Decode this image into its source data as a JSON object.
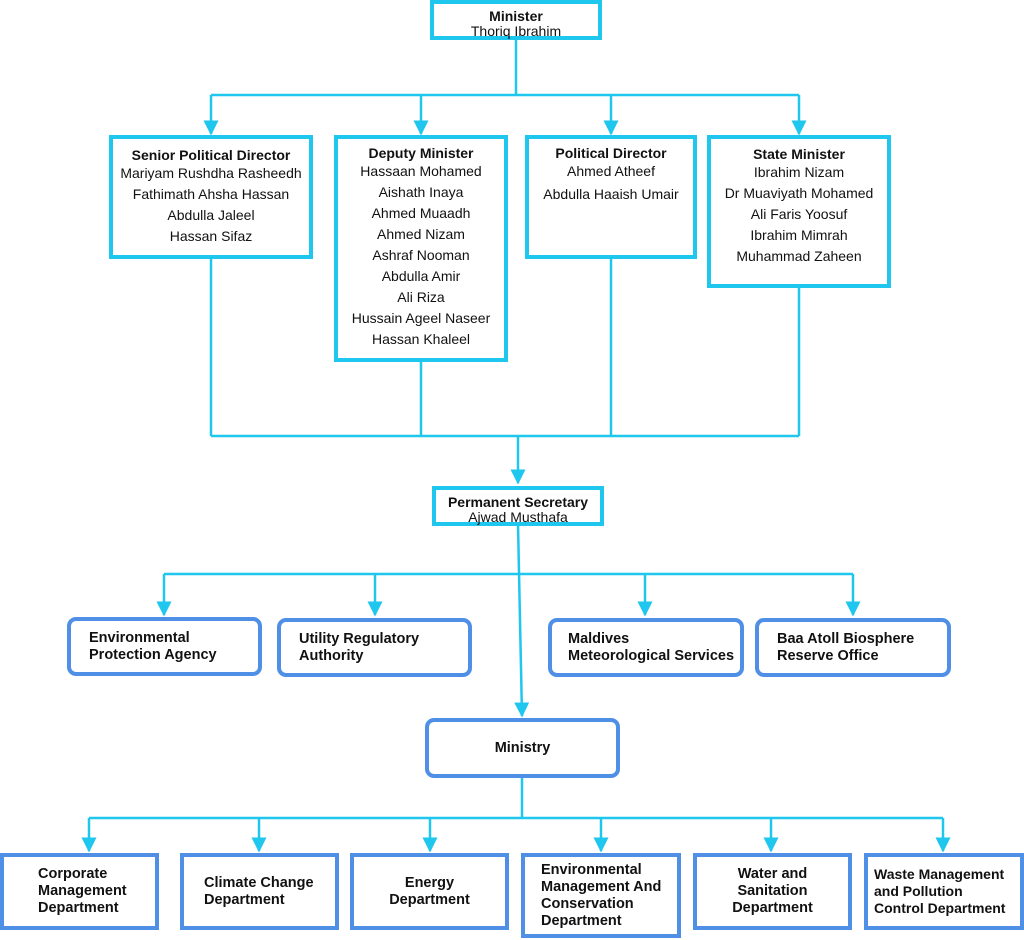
{
  "minister": {
    "title": "Minister",
    "name": "Thoriq Ibrahim"
  },
  "political": [
    {
      "title": "Senior Political Director",
      "members": [
        "Mariyam Rushdha Rasheedh",
        "Fathimath Ahsha Hassan",
        "Abdulla Jaleel",
        "Hassan Sifaz"
      ]
    },
    {
      "title": "Deputy Minister",
      "members": [
        "Hassaan Mohamed",
        "Aishath Inaya",
        "Ahmed Muaadh",
        "Ahmed Nizam",
        "Ashraf Nooman",
        "Abdulla Amir",
        "Ali Riza",
        "Hussain Ageel Naseer",
        "Hassan Khaleel"
      ]
    },
    {
      "title": "Political Director",
      "members": [
        "Ahmed Atheef",
        "Abdulla Haaish Umair"
      ]
    },
    {
      "title": "State Minister",
      "members": [
        "Ibrahim Nizam",
        "Dr Muaviyath Mohamed",
        "Ali Faris Yoosuf",
        "Ibrahim Mimrah",
        "Muhammad Zaheen"
      ]
    }
  ],
  "permanent_secretary": {
    "title": "Permanent Secretary",
    "name": "Ajwad Musthafa"
  },
  "agencies": [
    {
      "line1": "Environmental",
      "line2": "Protection Agency"
    },
    {
      "line1": "Utility Regulatory",
      "line2": "Authority"
    },
    {
      "line1": "Maldives",
      "line2": "Meteorological Services"
    },
    {
      "line1": "Baa Atoll Biosphere",
      "line2": "Reserve Office"
    }
  ],
  "ministry": {
    "label": "Ministry"
  },
  "departments": [
    {
      "lines": [
        "Corporate",
        "Management",
        "Department"
      ]
    },
    {
      "lines": [
        "Climate Change",
        "Department"
      ]
    },
    {
      "lines": [
        "Energy",
        "Department"
      ]
    },
    {
      "lines": [
        "Environmental",
        "Management And",
        "Conservation",
        "Department"
      ]
    },
    {
      "lines": [
        "Water and",
        "Sanitation",
        "Department"
      ]
    },
    {
      "lines": [
        "Waste Management",
        "and Pollution",
        "Control Department"
      ]
    }
  ],
  "colors": {
    "connector": "#1fc6ee",
    "box_border": "#1fc6ee",
    "agency_border": "#4f8fe6"
  }
}
